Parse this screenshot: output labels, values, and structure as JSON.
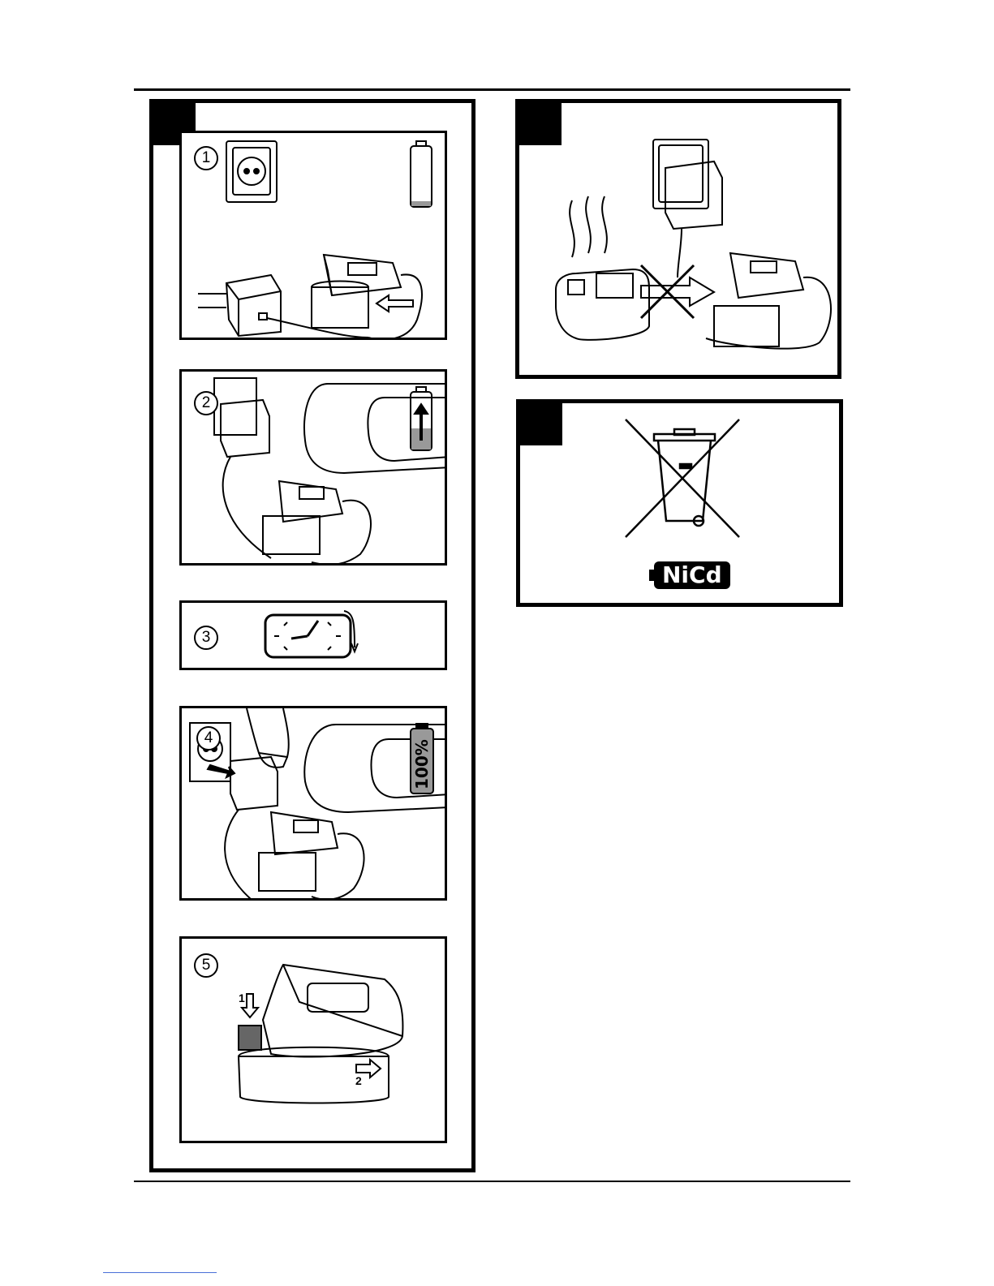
{
  "steps": {
    "s1": "1",
    "s2": "2",
    "s3": "3",
    "s4": "4",
    "s5": "5"
  },
  "battery_full_label": "100%",
  "step5_arrows": {
    "first": "1",
    "second": "2"
  },
  "disposal": {
    "battery_type": "NiCd"
  },
  "icons": {
    "socket": "wall-socket-icon",
    "battery_empty": "battery-empty-icon",
    "battery_charging": "battery-charging-icon",
    "battery_full": "battery-full-icon",
    "clock": "clock-icon",
    "heat": "heat-waves-icon",
    "bin": "crossed-out-bin-icon"
  },
  "colors": {
    "ink": "#000000",
    "gauge_fill": "#999999",
    "link_line": "#4a6fd8"
  }
}
